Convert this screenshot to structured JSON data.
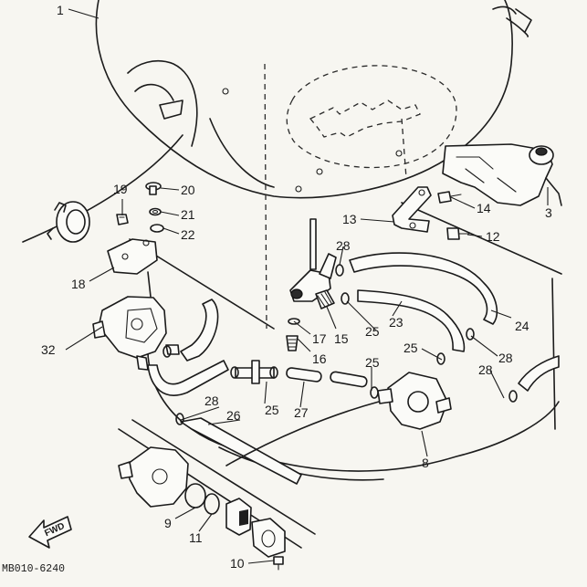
{
  "diagram_code": "MB010-6240",
  "fwd_label": "FWD",
  "callouts": [
    {
      "id": "c1",
      "text": "1"
    },
    {
      "id": "c3",
      "text": "3"
    },
    {
      "id": "c8",
      "text": "8"
    },
    {
      "id": "c9",
      "text": "9"
    },
    {
      "id": "c10",
      "text": "10"
    },
    {
      "id": "c11",
      "text": "11"
    },
    {
      "id": "c12",
      "text": "12"
    },
    {
      "id": "c13",
      "text": "13"
    },
    {
      "id": "c14",
      "text": "14"
    },
    {
      "id": "c15",
      "text": "15"
    },
    {
      "id": "c16",
      "text": "16"
    },
    {
      "id": "c17",
      "text": "17"
    },
    {
      "id": "c18",
      "text": "18"
    },
    {
      "id": "c19",
      "text": "19"
    },
    {
      "id": "c20",
      "text": "20"
    },
    {
      "id": "c21",
      "text": "21"
    },
    {
      "id": "c22",
      "text": "22"
    },
    {
      "id": "c23",
      "text": "23"
    },
    {
      "id": "c24",
      "text": "24"
    },
    {
      "id": "c25a",
      "text": "25"
    },
    {
      "id": "c25b",
      "text": "25"
    },
    {
      "id": "c25c",
      "text": "25"
    },
    {
      "id": "c25d",
      "text": "25"
    },
    {
      "id": "c26",
      "text": "26"
    },
    {
      "id": "c27",
      "text": "27"
    },
    {
      "id": "c28a",
      "text": "28"
    },
    {
      "id": "c28b",
      "text": "28"
    },
    {
      "id": "c28c",
      "text": "28"
    },
    {
      "id": "c28d",
      "text": "28"
    },
    {
      "id": "c32",
      "text": "32"
    }
  ]
}
